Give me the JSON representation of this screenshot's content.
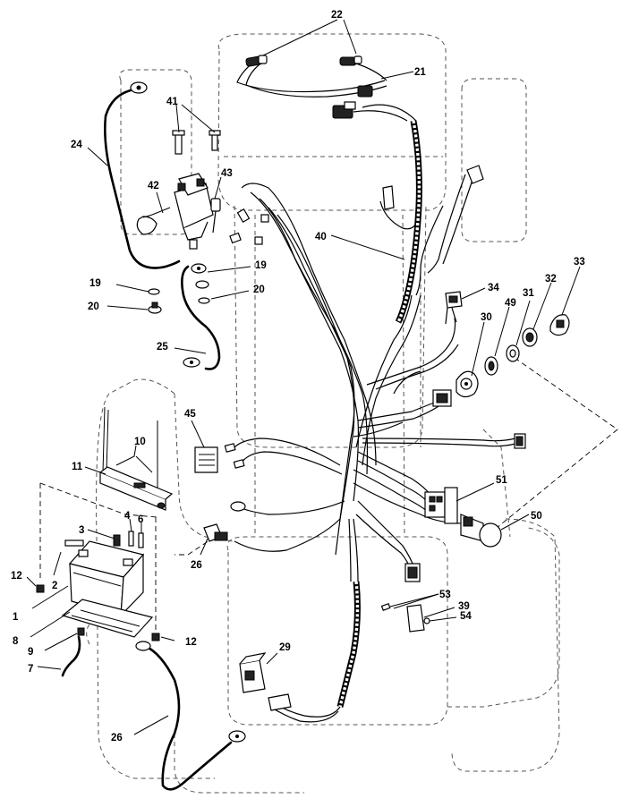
{
  "callouts": [
    {
      "id": "c1",
      "text": "1"
    },
    {
      "id": "c2",
      "text": "2"
    },
    {
      "id": "c3",
      "text": "3"
    },
    {
      "id": "c4",
      "text": "4"
    },
    {
      "id": "c6",
      "text": "6"
    },
    {
      "id": "c7",
      "text": "7"
    },
    {
      "id": "c8",
      "text": "8"
    },
    {
      "id": "c9",
      "text": "9"
    },
    {
      "id": "c10",
      "text": "10"
    },
    {
      "id": "c11",
      "text": "11"
    },
    {
      "id": "c12a",
      "text": "12"
    },
    {
      "id": "c12b",
      "text": "12"
    },
    {
      "id": "c19a",
      "text": "19"
    },
    {
      "id": "c19b",
      "text": "19"
    },
    {
      "id": "c20a",
      "text": "20"
    },
    {
      "id": "c20b",
      "text": "20"
    },
    {
      "id": "c21",
      "text": "21"
    },
    {
      "id": "c22",
      "text": "22"
    },
    {
      "id": "c24",
      "text": "24"
    },
    {
      "id": "c25",
      "text": "25"
    },
    {
      "id": "c26a",
      "text": "26"
    },
    {
      "id": "c26b",
      "text": "26"
    },
    {
      "id": "c29",
      "text": "29"
    },
    {
      "id": "c30",
      "text": "30"
    },
    {
      "id": "c31",
      "text": "31"
    },
    {
      "id": "c32",
      "text": "32"
    },
    {
      "id": "c33",
      "text": "33"
    },
    {
      "id": "c34",
      "text": "34"
    },
    {
      "id": "c39",
      "text": "39"
    },
    {
      "id": "c40",
      "text": "40"
    },
    {
      "id": "c41",
      "text": "41"
    },
    {
      "id": "c42",
      "text": "42"
    },
    {
      "id": "c43",
      "text": "43"
    },
    {
      "id": "c45",
      "text": "45"
    },
    {
      "id": "c49",
      "text": "49"
    },
    {
      "id": "c50",
      "text": "50"
    },
    {
      "id": "c51",
      "text": "51"
    },
    {
      "id": "c53",
      "text": "53"
    },
    {
      "id": "c54",
      "text": "54"
    }
  ]
}
